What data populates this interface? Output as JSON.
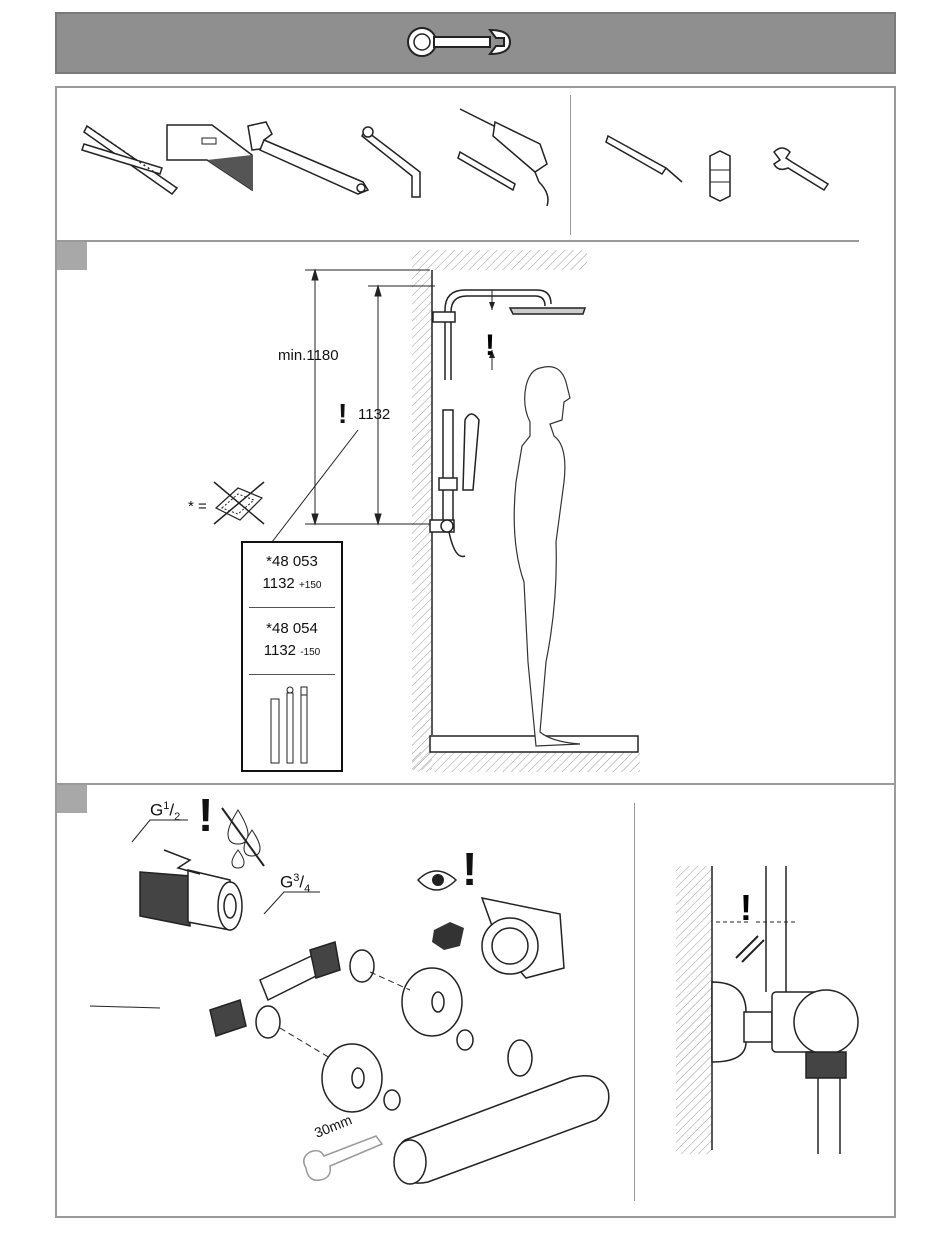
{
  "icons": {
    "banner": "wrench-icon",
    "tools": [
      "folding-rule-icon",
      "level-icon",
      "adjustable-wrench-icon",
      "hex-key-icon",
      "pencil-icon",
      "drill-icon",
      "drill-bit-icon",
      "hex-socket-icon",
      "spanner-icon"
    ]
  },
  "section2": {
    "min_label": "min.1180",
    "height_label": "1132",
    "asterisk_eq": "* =",
    "infobox": {
      "entry1_code": "*48 053",
      "entry1_value": "1132",
      "entry1_tol": "+150",
      "entry2_code": "*48 054",
      "entry2_value": "1132",
      "entry2_tol": "-150"
    }
  },
  "section3": {
    "g_half": {
      "base": "G",
      "sup": "1",
      "sub": "2"
    },
    "g_three_quarter": {
      "base": "G",
      "sup": "3",
      "sub": "4"
    },
    "spanner_size": "30mm"
  }
}
